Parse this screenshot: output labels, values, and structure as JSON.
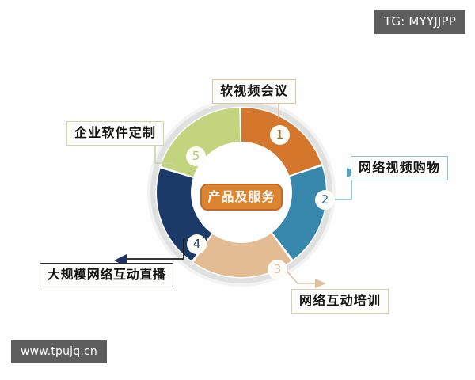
{
  "watermarks": {
    "top_right": "TG: MYYJJPP",
    "bottom_left": "www.tpujq.cn"
  },
  "diagram": {
    "center_label": "产品及服务",
    "title": "产品及服务",
    "type": "donut-callout-diagram",
    "segment_count": 5
  },
  "chart_data": {
    "type": "pie",
    "title": "产品及服务",
    "categories": [
      "软视频会议",
      "网络视频购物",
      "网络互动培训",
      "大规模网络互动直播",
      "企业软件定制"
    ],
    "values": [
      20,
      20,
      20,
      20,
      20
    ],
    "colors": [
      "#d4762c",
      "#3787ad",
      "#e3bc93",
      "#1c3a68",
      "#c3d47e"
    ],
    "labels": [
      "1",
      "2",
      "3",
      "4",
      "5"
    ],
    "legend": "callout-boxes",
    "grid": false
  },
  "segments": [
    {
      "number": "1",
      "label": "软视频会议",
      "color": "#d4762c",
      "number_color": "#b9651f",
      "callout_border": "#e0c49b"
    },
    {
      "number": "2",
      "label": "网络视频购物",
      "color": "#3787ad",
      "number_color": "#2b6d8c",
      "callout_border": "#8fc3d4"
    },
    {
      "number": "3",
      "label": "网络互动培训",
      "color": "#e3bc93",
      "number_color": "#e0c5a6",
      "callout_border": "#e3cdb0"
    },
    {
      "number": "4",
      "label": "大规模网络互动直播",
      "color": "#1c3a68",
      "number_color": "#1b3563",
      "callout_border": "#2a2a2a"
    },
    {
      "number": "5",
      "label": "企业软件定制",
      "color": "#c3d47e",
      "number_color": "#b7c776",
      "callout_border": "#ccd9a3"
    }
  ],
  "colors": {
    "background": "#fefefe",
    "watermark_bg": "#5d5d5d",
    "watermark_text": "#ffffff",
    "center_pill_bg": "#dd8431",
    "center_pill_border": "#c4692a",
    "center_pill_text": "#ffffff",
    "outer_ring": "#dfe1e0",
    "inner_hole": "#ffffff"
  }
}
